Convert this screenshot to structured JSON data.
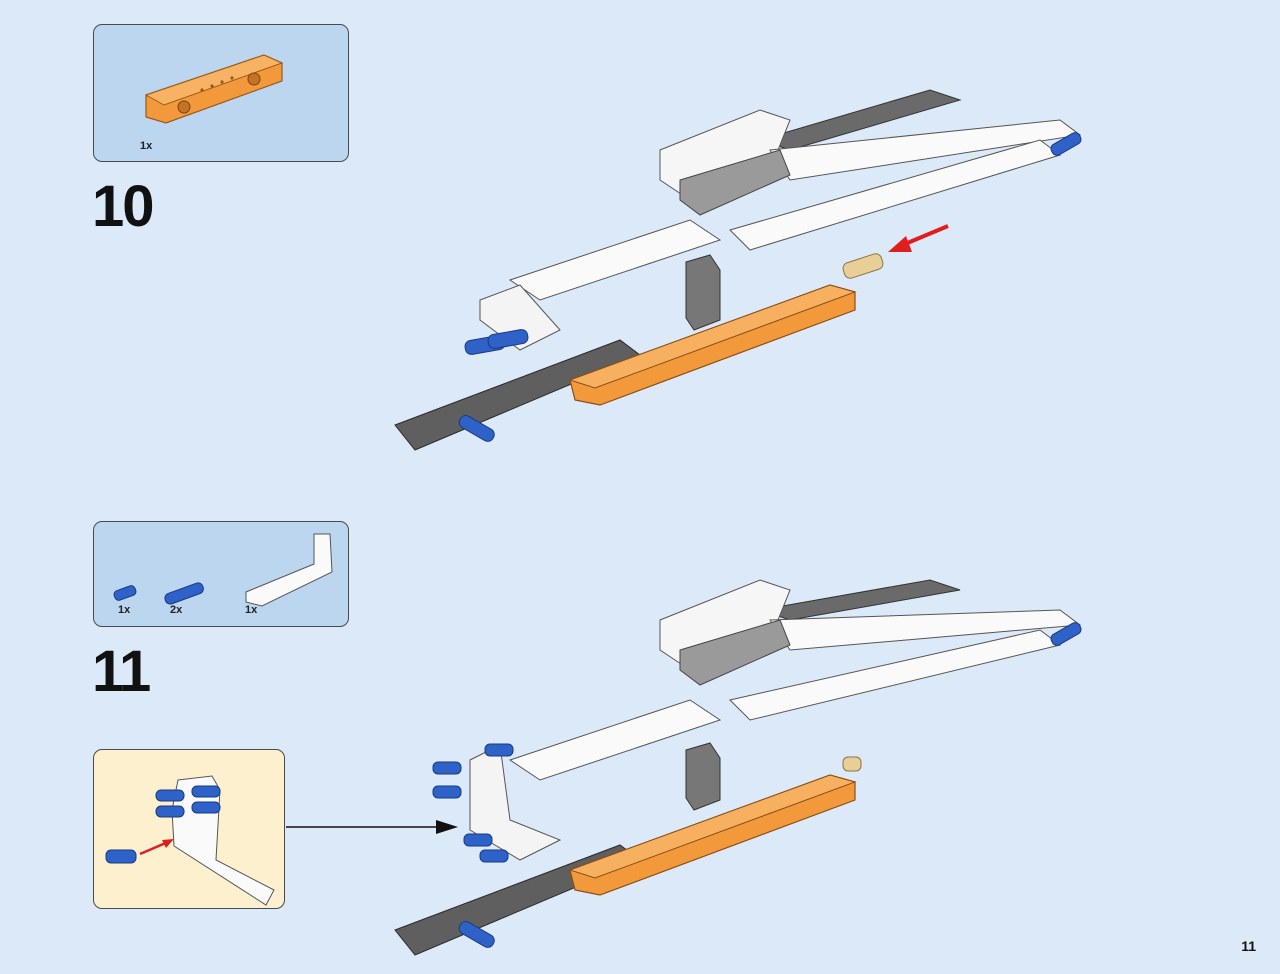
{
  "page": {
    "number": "11"
  },
  "steps": [
    {
      "number": "10",
      "parts": [
        {
          "qty": "1x",
          "part": "orange-panel"
        }
      ]
    },
    {
      "number": "11",
      "parts": [
        {
          "qty": "1x",
          "part": "blue-axle-pin"
        },
        {
          "qty": "2x",
          "part": "blue-long-pin"
        },
        {
          "qty": "1x",
          "part": "white-l-beam"
        }
      ]
    }
  ],
  "colors": {
    "background": "#dce9f8",
    "parts_box": "#bcd6f0",
    "subassembly_box": "#fdf0cf",
    "orange": "#f29a3b",
    "white_beam": "#ffffff",
    "gray_beam": "#6a6a6a",
    "blue_pin": "#2e62c8",
    "arrow_red": "#e01e1e"
  }
}
